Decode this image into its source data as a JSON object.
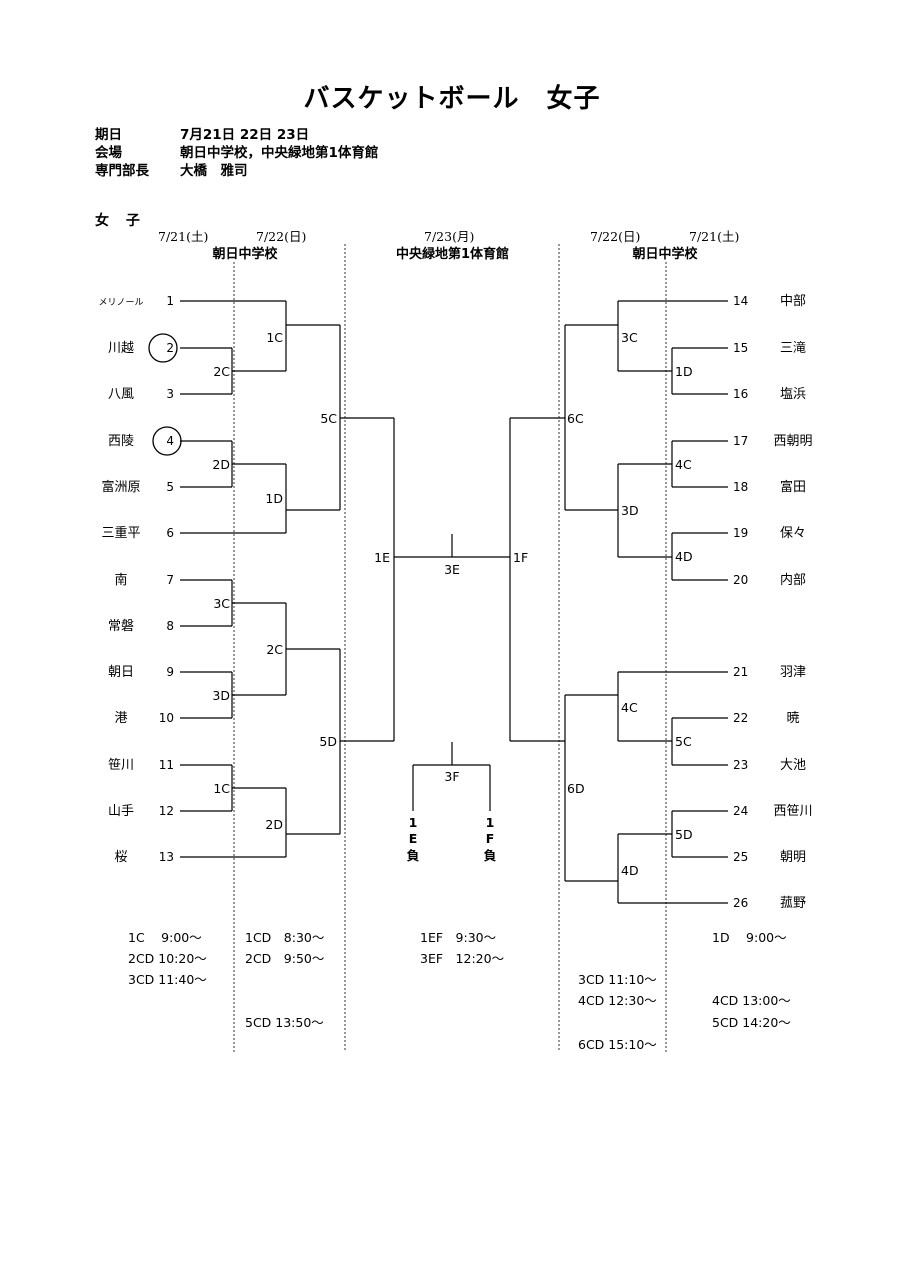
{
  "title": "バスケットボール　女子",
  "info": {
    "date_label": "期日",
    "date_value": "7月21日 22日 23日",
    "venue_label": "会場",
    "venue_value": "朝日中学校，中央緑地第1体育館",
    "chief_label": "専門部長",
    "chief_value": "大橋　雅司"
  },
  "section_label": "女 子",
  "dates": {
    "left_1": "7/21(土)",
    "left_2": "7/22(日)",
    "center": "7/23(月)",
    "right_2": "7/22(日)",
    "right_1": "7/21(土)"
  },
  "venues": {
    "left": "朝日中学校",
    "center": "中央緑地第1体育館",
    "right": "朝日中学校"
  },
  "left_teams": [
    {
      "num": "1",
      "name": "メリノール",
      "circled": false
    },
    {
      "num": "2",
      "name": "川越",
      "circled": true
    },
    {
      "num": "3",
      "name": "八風",
      "circled": false
    },
    {
      "num": "4",
      "name": "西陵",
      "circled": true
    },
    {
      "num": "5",
      "name": "富洲原",
      "circled": false
    },
    {
      "num": "6",
      "name": "三重平",
      "circled": false
    },
    {
      "num": "7",
      "name": "南",
      "circled": false
    },
    {
      "num": "8",
      "name": "常磐",
      "circled": false
    },
    {
      "num": "9",
      "name": "朝日",
      "circled": false
    },
    {
      "num": "10",
      "name": "港",
      "circled": false
    },
    {
      "num": "11",
      "name": "笹川",
      "circled": false
    },
    {
      "num": "12",
      "name": "山手",
      "circled": false
    },
    {
      "num": "13",
      "name": "桜",
      "circled": false
    }
  ],
  "right_teams": [
    {
      "num": "14",
      "name": "中部"
    },
    {
      "num": "15",
      "name": "三滝"
    },
    {
      "num": "16",
      "name": "塩浜"
    },
    {
      "num": "17",
      "name": "西朝明"
    },
    {
      "num": "18",
      "name": "富田"
    },
    {
      "num": "19",
      "name": "保々"
    },
    {
      "num": "20",
      "name": "内部"
    },
    {
      "num": "21",
      "name": "羽津"
    },
    {
      "num": "22",
      "name": "暁"
    },
    {
      "num": "23",
      "name": "大池"
    },
    {
      "num": "24",
      "name": "西笹川"
    },
    {
      "num": "25",
      "name": "朝明"
    },
    {
      "num": "26",
      "name": "菰野"
    }
  ],
  "match_labels": {
    "l_2C_a": "2C",
    "l_2D_a": "2D",
    "l_3C_a": "3C",
    "l_3D_a": "3D",
    "l_1C_a": "1C",
    "l_1C_b": "1C",
    "l_1D_b": "1D",
    "l_2C_b": "2C",
    "l_2D_b": "2D",
    "l_5C": "5C",
    "l_5D": "5D",
    "c_1E": "1E",
    "c_1F": "1F",
    "c_3E": "3E",
    "c_3F": "3F",
    "r_1D_a": "1D",
    "r_4C_a": "4C",
    "r_4D_a": "4D",
    "r_5C_a": "5C",
    "r_5D_a": "5D",
    "r_3C": "3C",
    "r_3D": "3D",
    "r_4C_b": "4C",
    "r_4D_b": "4D",
    "r_6C": "6C",
    "r_6D": "6D"
  },
  "loser_labels": {
    "e_1": "1",
    "e_2": "E",
    "e_3": "負",
    "f_1": "1",
    "f_2": "F",
    "f_3": "負"
  },
  "schedule": {
    "c1": [
      "1C　 9:00～",
      "2CD 10:20～",
      "3CD 11:40～"
    ],
    "c2": [
      "1CD　8:30～",
      "2CD　9:50～",
      "5CD 13:50～"
    ],
    "c3": [
      "1EF　9:30～",
      "3EF　12:20～"
    ],
    "c4": [
      "3CD 11:10～",
      "4CD 12:30～",
      "6CD 15:10～"
    ],
    "c5": [
      "1D　 9:00～",
      "4CD 13:00～",
      "5CD 14:20～"
    ]
  }
}
